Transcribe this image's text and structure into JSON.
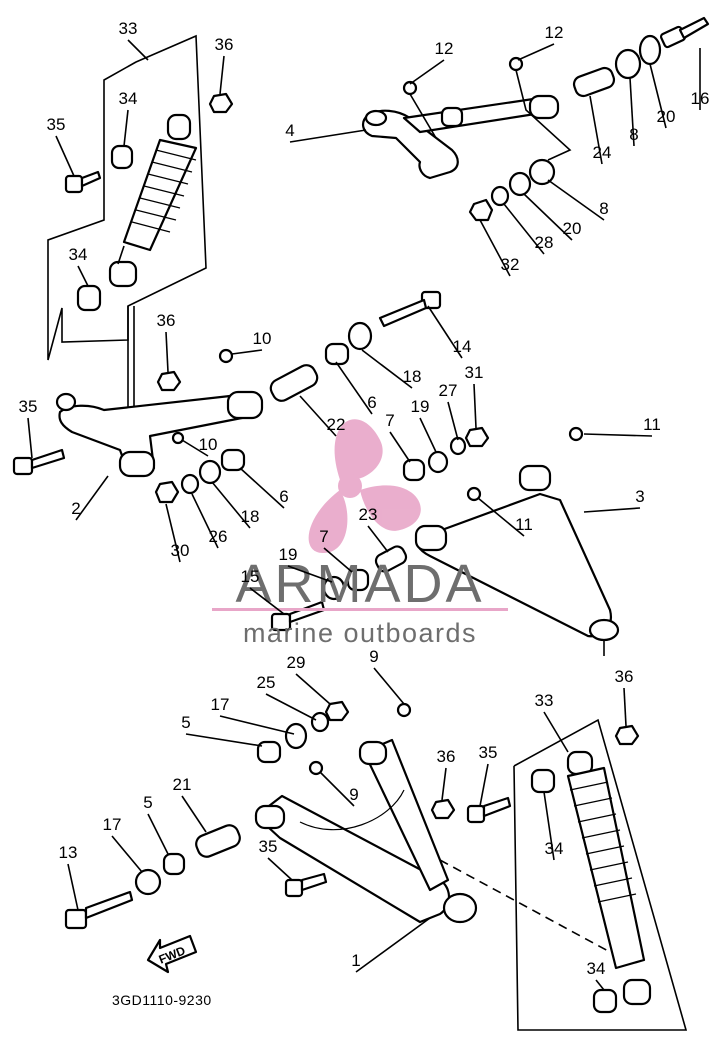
{
  "diagram": {
    "part_code": "3GD1110-9230",
    "direction_label": "FWD",
    "callouts": [
      {
        "label": "33"
      },
      {
        "label": "36"
      },
      {
        "label": "34"
      },
      {
        "label": "35"
      },
      {
        "label": "34"
      },
      {
        "label": "12"
      },
      {
        "label": "12"
      },
      {
        "label": "16"
      },
      {
        "label": "4"
      },
      {
        "label": "8"
      },
      {
        "label": "20"
      },
      {
        "label": "24"
      },
      {
        "label": "8"
      },
      {
        "label": "20"
      },
      {
        "label": "28"
      },
      {
        "label": "32"
      },
      {
        "label": "36"
      },
      {
        "label": "10"
      },
      {
        "label": "14"
      },
      {
        "label": "18"
      },
      {
        "label": "35"
      },
      {
        "label": "22"
      },
      {
        "label": "6"
      },
      {
        "label": "31"
      },
      {
        "label": "27"
      },
      {
        "label": "19"
      },
      {
        "label": "7"
      },
      {
        "label": "10"
      },
      {
        "label": "11"
      },
      {
        "label": "2"
      },
      {
        "label": "6"
      },
      {
        "label": "18"
      },
      {
        "label": "3"
      },
      {
        "label": "11"
      },
      {
        "label": "30"
      },
      {
        "label": "26"
      },
      {
        "label": "23"
      },
      {
        "label": "7"
      },
      {
        "label": "19"
      },
      {
        "label": "15"
      },
      {
        "label": "9"
      },
      {
        "label": "29"
      },
      {
        "label": "25"
      },
      {
        "label": "17"
      },
      {
        "label": "5"
      },
      {
        "label": "33"
      },
      {
        "label": "36"
      },
      {
        "label": "21"
      },
      {
        "label": "9"
      },
      {
        "label": "36"
      },
      {
        "label": "35"
      },
      {
        "label": "17"
      },
      {
        "label": "5"
      },
      {
        "label": "34"
      },
      {
        "label": "13"
      },
      {
        "label": "35"
      },
      {
        "label": "1"
      },
      {
        "label": "34"
      }
    ]
  },
  "watermark": {
    "brand": "ARMADA",
    "tagline": "marine outboards",
    "colors": {
      "logo": "#e8a6c8",
      "text": "#6e6e6e",
      "rule": "#e8a6c8"
    }
  }
}
